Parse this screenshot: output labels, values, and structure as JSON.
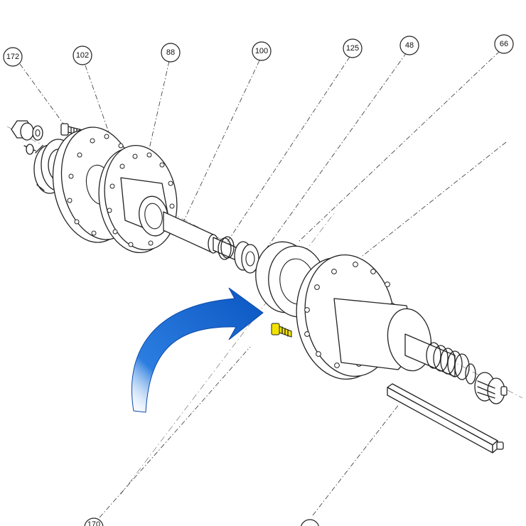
{
  "callouts": [
    {
      "id": "c172",
      "label": "172"
    },
    {
      "id": "c102",
      "label": "102"
    },
    {
      "id": "c88",
      "label": "88"
    },
    {
      "id": "c100",
      "label": "100"
    },
    {
      "id": "c125",
      "label": "125"
    },
    {
      "id": "c48",
      "label": "48"
    },
    {
      "id": "c66",
      "label": "66"
    },
    {
      "id": "c170",
      "label": "170"
    }
  ],
  "colors": {
    "arrow": "#1f6fd6",
    "arrow_dark": "#0b4aa8",
    "highlight_screw": "#f2e200",
    "line": "#222222"
  },
  "icons": {
    "arrow": "curved-arrow-icon",
    "screw": "highlighted-screw-icon"
  }
}
